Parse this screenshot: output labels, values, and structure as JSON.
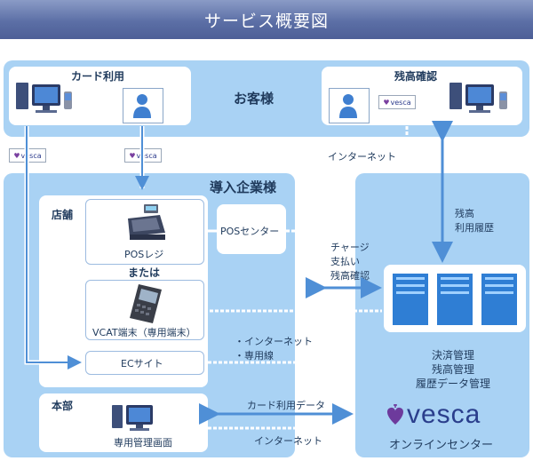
{
  "title": "サービス概要図",
  "customer": {
    "heading": "お客様",
    "card_use": "カード利用",
    "balance_check": "残高確認"
  },
  "vesca_tag": "vesca",
  "internet_top": "インターネット",
  "company": {
    "heading": "導入企業様",
    "store": "店舗",
    "pos_register": "POSレジ",
    "or": "または",
    "vcat": "VCAT端末（専用端末）",
    "ec_site": "ECサイト",
    "pos_center": "POSセンター",
    "hq": "本部",
    "admin_screen": "専用管理画面"
  },
  "links": {
    "charge_lines": [
      "チャージ",
      "支払い",
      "残高確認"
    ],
    "network_lines": [
      "・インターネット",
      "・専用線"
    ],
    "balance_history_lines": [
      "残高",
      "利用履歴"
    ],
    "card_usage_data": "カード利用データ",
    "internet_bottom": "インターネット"
  },
  "center": {
    "functions": [
      "決済管理",
      "残高管理",
      "履歴データ管理"
    ],
    "brand": "vesca",
    "name": "オンラインセンター"
  },
  "colors": {
    "zone": "#a9d2f4",
    "arrow": "#4f8fd6",
    "header_bar": "#5c6fa6",
    "brand_purple": "#6d3a9c"
  }
}
